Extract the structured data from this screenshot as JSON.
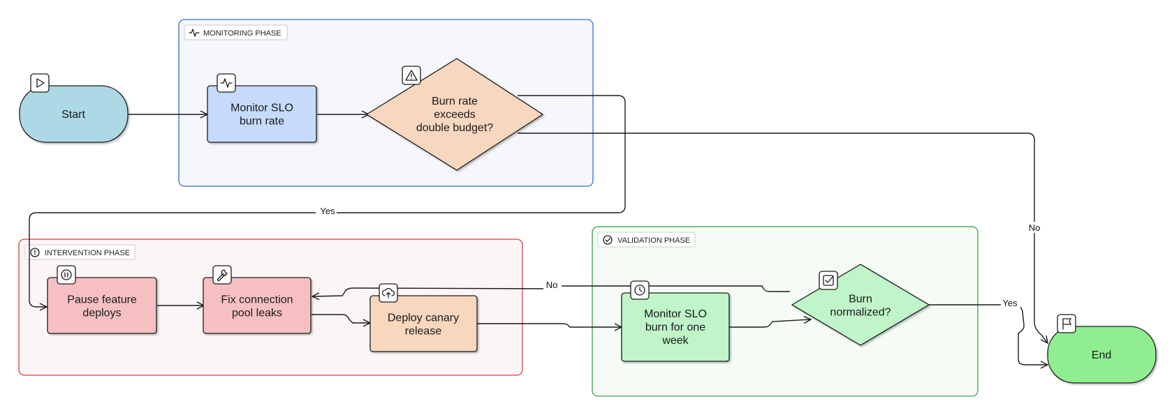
{
  "diagram": {
    "phases": {
      "monitoring": {
        "label": "MONITORING PHASE",
        "icon": "activity-icon",
        "border": "#2e6fd0",
        "fill": "#f5f7fc"
      },
      "intervention": {
        "label": "INTERVENTION PHASE",
        "icon": "alert-circle-icon",
        "border": "#c94444",
        "fill": "#fcf5f5"
      },
      "validation": {
        "label": "VALIDATION PHASE",
        "icon": "check-circle-icon",
        "border": "#3f9c4f",
        "fill": "#f5fbf5"
      }
    },
    "nodes": {
      "start": {
        "lines": [
          "Start"
        ],
        "icon": "play-icon",
        "fill": "#add8e6"
      },
      "monitor_burn": {
        "lines": [
          "Monitor SLO",
          "burn rate"
        ],
        "icon": "activity-icon",
        "fill": "#c6dbfb"
      },
      "burn_decision": {
        "lines": [
          "Burn rate",
          "exceeds",
          "double budget?"
        ],
        "icon": "warning-icon",
        "fill": "#f8d7bf"
      },
      "pause_deploys": {
        "lines": [
          "Pause feature",
          "deploys"
        ],
        "icon": "pause-icon",
        "fill": "#f6c0c3"
      },
      "fix_leaks": {
        "lines": [
          "Fix connection",
          "pool leaks"
        ],
        "icon": "wrench-icon",
        "fill": "#f6c0c3"
      },
      "canary": {
        "lines": [
          "Deploy canary",
          "release"
        ],
        "icon": "cloud-upload-icon",
        "fill": "#f8d7bf"
      },
      "monitor_week": {
        "lines": [
          "Monitor SLO",
          "burn for one",
          "week"
        ],
        "icon": "clock-icon",
        "fill": "#bff5c9"
      },
      "normalized_decision": {
        "lines": [
          "Burn",
          "normalized?"
        ],
        "icon": "checkbox-icon",
        "fill": "#bff5c9"
      },
      "end": {
        "lines": [
          "End"
        ],
        "icon": "flag-icon",
        "fill": "#90ee90"
      }
    },
    "edge_labels": {
      "yes_burn": "Yes",
      "no_burn": "No",
      "no_normalized": "No",
      "yes_normalized": "Yes"
    }
  }
}
